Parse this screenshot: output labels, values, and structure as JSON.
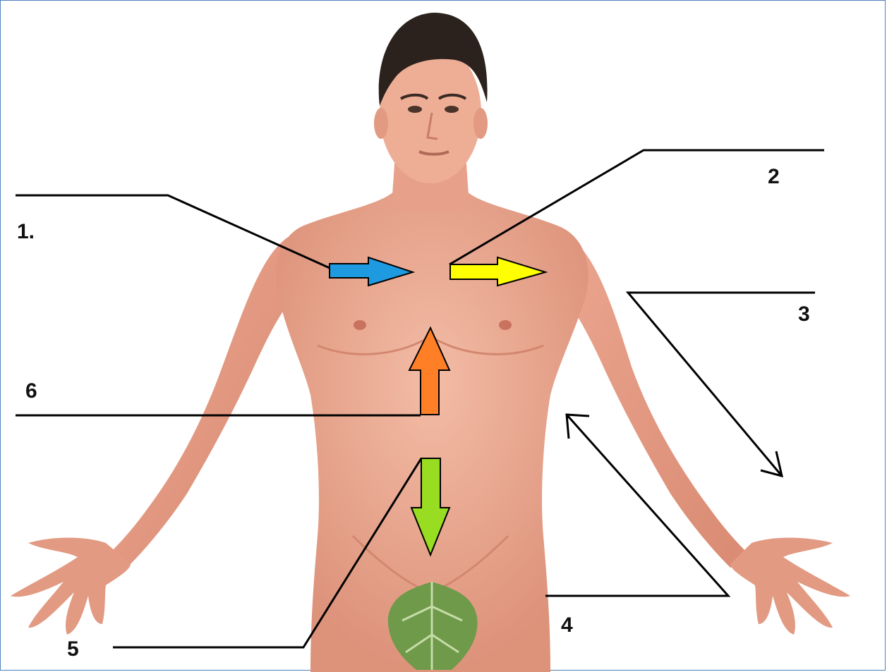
{
  "labels": {
    "one": "1.",
    "two": "2",
    "three": "3",
    "four": "4",
    "five": "5",
    "six": "6"
  },
  "colors": {
    "arrow_1": "#1e9be0",
    "arrow_2": "#ffff00",
    "arrow_6": "#ff7f27",
    "arrow_5": "#99dd22",
    "skin": "#eaa58d",
    "skin_shadow": "#d88a72",
    "hair": "#2b211d",
    "leaf": "#6f9a4a",
    "line": "#000000",
    "frame": "#4f81bd"
  }
}
